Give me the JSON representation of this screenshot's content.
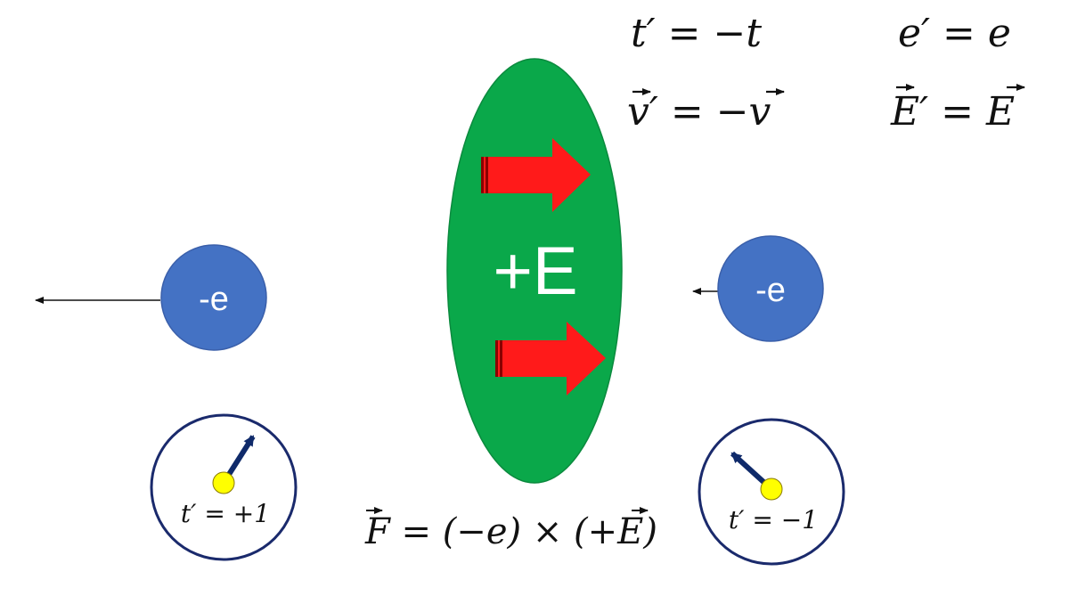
{
  "equations": {
    "time_reversal": "t′ = −t",
    "charge": "e′ = e",
    "velocity": "v′ = −v",
    "field": "E′ = E",
    "force": "F = (−e) × (+E)"
  },
  "field_label": "+E",
  "charge_left_label": "-e",
  "charge_right_label": "-e",
  "clock_left_label": "t′ = +1",
  "clock_right_label": "t′ = −1",
  "colors": {
    "field_region": "#0aa84a",
    "field_arrow": "#ff1a1a",
    "charge": "#4472c4",
    "clock_border": "#1a2a6c",
    "clock_hand": "#0f2a6a",
    "clock_center": "#ffff00"
  },
  "icons": {
    "field_arrow": "right-arrow-icon",
    "clock": "clock-icon",
    "velocity": "left-arrow-icon"
  }
}
